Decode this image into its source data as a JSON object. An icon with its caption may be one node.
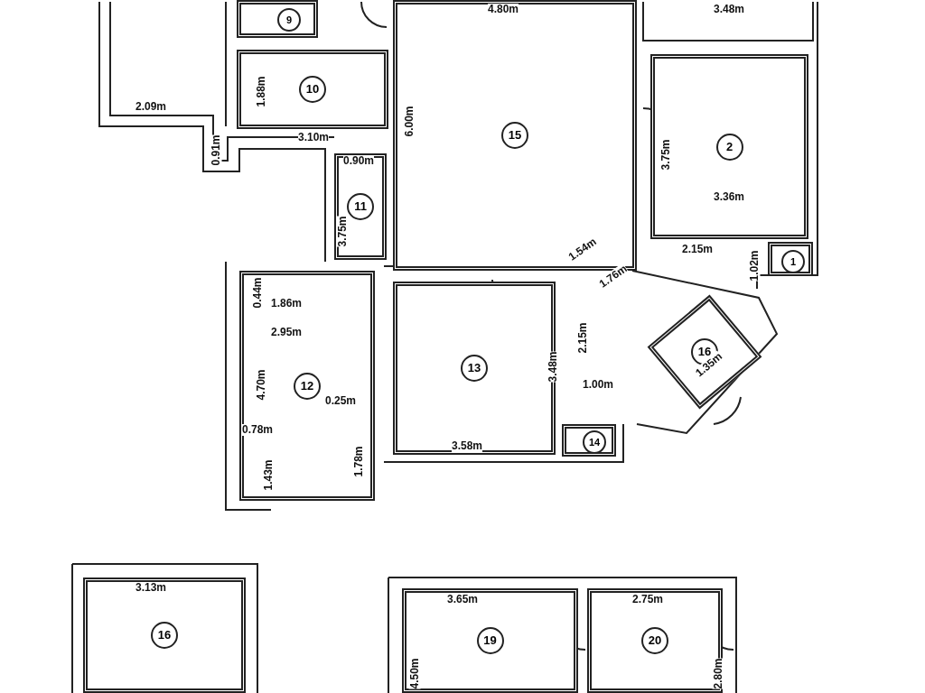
{
  "diagram": {
    "nodes": [
      {
        "text": [
          "9"
        ]
      },
      {
        "text": [
          "10"
        ]
      },
      {
        "text": [
          "15"
        ]
      },
      {
        "text": [
          "2"
        ]
      },
      {
        "text": [
          "1"
        ]
      },
      {
        "text": [
          "11"
        ]
      },
      {
        "text": [
          "12"
        ]
      },
      {
        "text": [
          "13"
        ]
      },
      {
        "text": [
          "14"
        ]
      },
      {
        "text": [
          "16"
        ]
      },
      {
        "text": [
          "16"
        ]
      },
      {
        "text": [
          "19"
        ]
      },
      {
        "text": [
          "20"
        ]
      }
    ],
    "labels": [
      "2.09m",
      "0.91m",
      "1.88m",
      "3.10m",
      "0.90m",
      "6.00m",
      "3.75m",
      "4.80m",
      "3.48m",
      "3.75m",
      "3.36m",
      "2.15m",
      "1.02m",
      "1.54m",
      "1.76m",
      "0.44m",
      "1.86m",
      "2.95m",
      "4.70m",
      "0.78m",
      "1.43m",
      "1.78m",
      "0.25m",
      "3.48m",
      "2.15m",
      "1.00m",
      "3.58m",
      "1.35m",
      "3.13m",
      "3.65m",
      "2.75m",
      "4.50m",
      "2.80m"
    ]
  }
}
